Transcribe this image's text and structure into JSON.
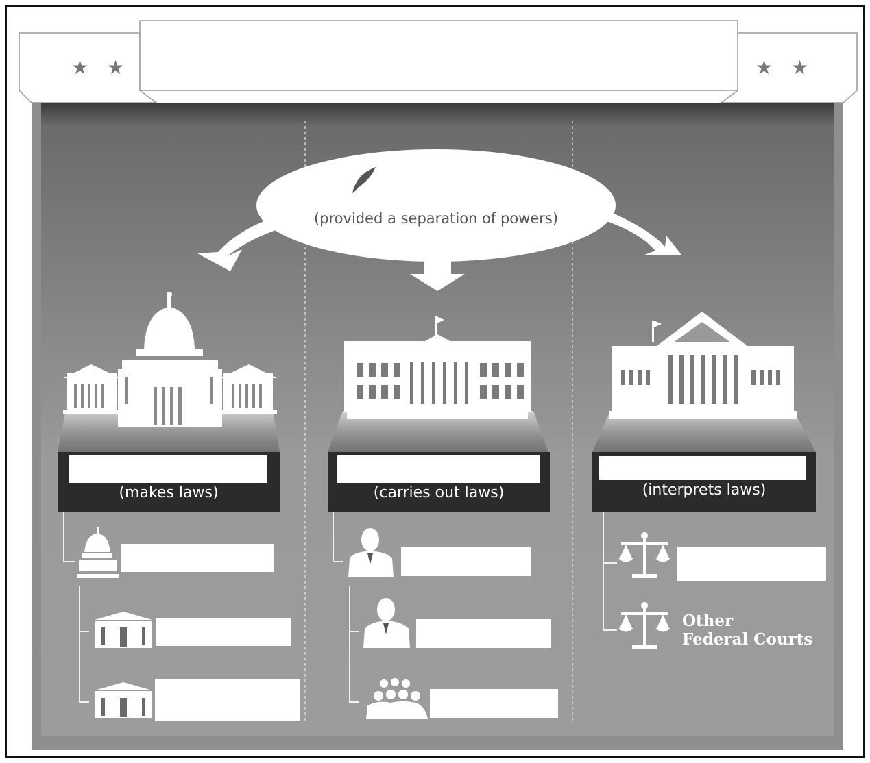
{
  "oval": {
    "text": "(provided a separation of powers)"
  },
  "branches": [
    {
      "label": "(makes laws)"
    },
    {
      "label": "(carries out laws)"
    },
    {
      "label": "(interprets laws)"
    }
  ],
  "judicial": {
    "other_courts_line1": "Other",
    "other_courts_line2": "Federal Courts"
  },
  "colors": {
    "panel_top": "#6c6c6c",
    "panel_bottom": "#9a9a9a",
    "label_bar": "#2b2b2b",
    "star": "#777777"
  }
}
